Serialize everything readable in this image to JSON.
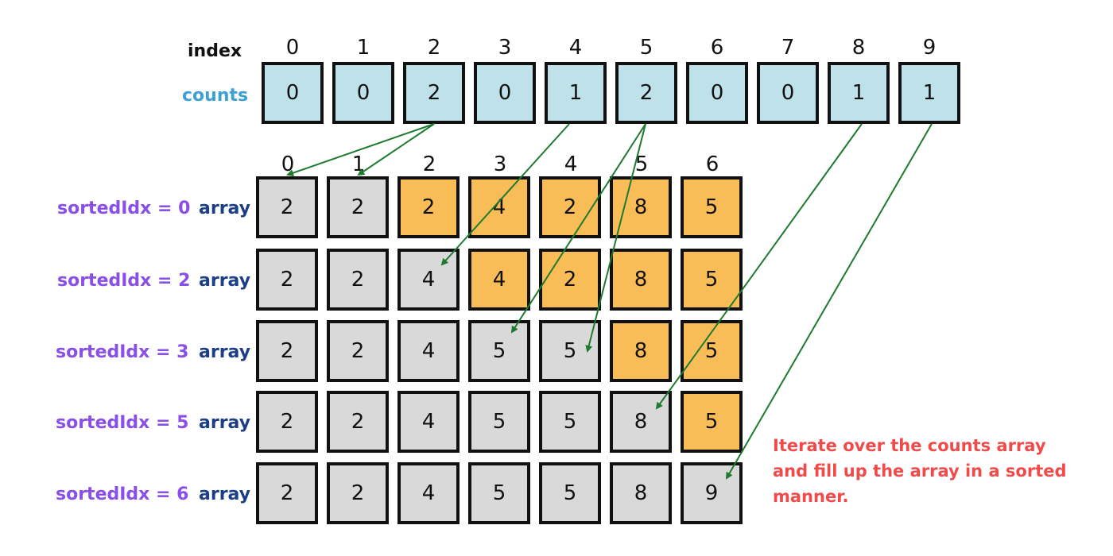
{
  "labels": {
    "index": "index",
    "counts": "counts",
    "array": "array"
  },
  "index_values": [
    "0",
    "1",
    "2",
    "3",
    "4",
    "5",
    "6",
    "7",
    "8",
    "9"
  ],
  "counts_values": [
    "0",
    "0",
    "2",
    "0",
    "1",
    "2",
    "0",
    "0",
    "1",
    "1"
  ],
  "array_index_values": [
    "0",
    "1",
    "2",
    "3",
    "4",
    "5",
    "6"
  ],
  "rows": [
    {
      "sorted_label": "sortedIdx = 0",
      "cells": [
        {
          "v": "2",
          "state": "gray"
        },
        {
          "v": "2",
          "state": "gray"
        },
        {
          "v": "2",
          "state": "orange"
        },
        {
          "v": "4",
          "state": "orange"
        },
        {
          "v": "2",
          "state": "orange"
        },
        {
          "v": "8",
          "state": "orange"
        },
        {
          "v": "5",
          "state": "orange"
        }
      ]
    },
    {
      "sorted_label": "sortedIdx = 2",
      "cells": [
        {
          "v": "2",
          "state": "gray"
        },
        {
          "v": "2",
          "state": "gray"
        },
        {
          "v": "4",
          "state": "gray"
        },
        {
          "v": "4",
          "state": "orange"
        },
        {
          "v": "2",
          "state": "orange"
        },
        {
          "v": "8",
          "state": "orange"
        },
        {
          "v": "5",
          "state": "orange"
        }
      ]
    },
    {
      "sorted_label": "sortedIdx = 3",
      "cells": [
        {
          "v": "2",
          "state": "gray"
        },
        {
          "v": "2",
          "state": "gray"
        },
        {
          "v": "4",
          "state": "gray"
        },
        {
          "v": "5",
          "state": "gray"
        },
        {
          "v": "5",
          "state": "gray"
        },
        {
          "v": "8",
          "state": "orange"
        },
        {
          "v": "5",
          "state": "orange"
        }
      ]
    },
    {
      "sorted_label": "sortedIdx = 5",
      "cells": [
        {
          "v": "2",
          "state": "gray"
        },
        {
          "v": "2",
          "state": "gray"
        },
        {
          "v": "4",
          "state": "gray"
        },
        {
          "v": "5",
          "state": "gray"
        },
        {
          "v": "5",
          "state": "gray"
        },
        {
          "v": "8",
          "state": "gray"
        },
        {
          "v": "5",
          "state": "orange"
        }
      ]
    },
    {
      "sorted_label": "sortedIdx = 6",
      "cells": [
        {
          "v": "2",
          "state": "gray"
        },
        {
          "v": "2",
          "state": "gray"
        },
        {
          "v": "4",
          "state": "gray"
        },
        {
          "v": "5",
          "state": "gray"
        },
        {
          "v": "5",
          "state": "gray"
        },
        {
          "v": "8",
          "state": "gray"
        },
        {
          "v": "9",
          "state": "gray"
        }
      ]
    }
  ],
  "note_lines": [
    "Iterate over the counts array",
    "and fill up the array in a sorted",
    "manner."
  ],
  "colors": {
    "counts_fill": "#bfe2ea",
    "filled_gray": "#d9d9d9",
    "unsorted_orange": "#f9bd57",
    "arrow_green": "#1e7a2e",
    "note_red": "#ef4b4b",
    "sorted_purple": "#8a4fe6",
    "counts_blue": "#3da0d6",
    "array_navy": "#1b3e86"
  }
}
